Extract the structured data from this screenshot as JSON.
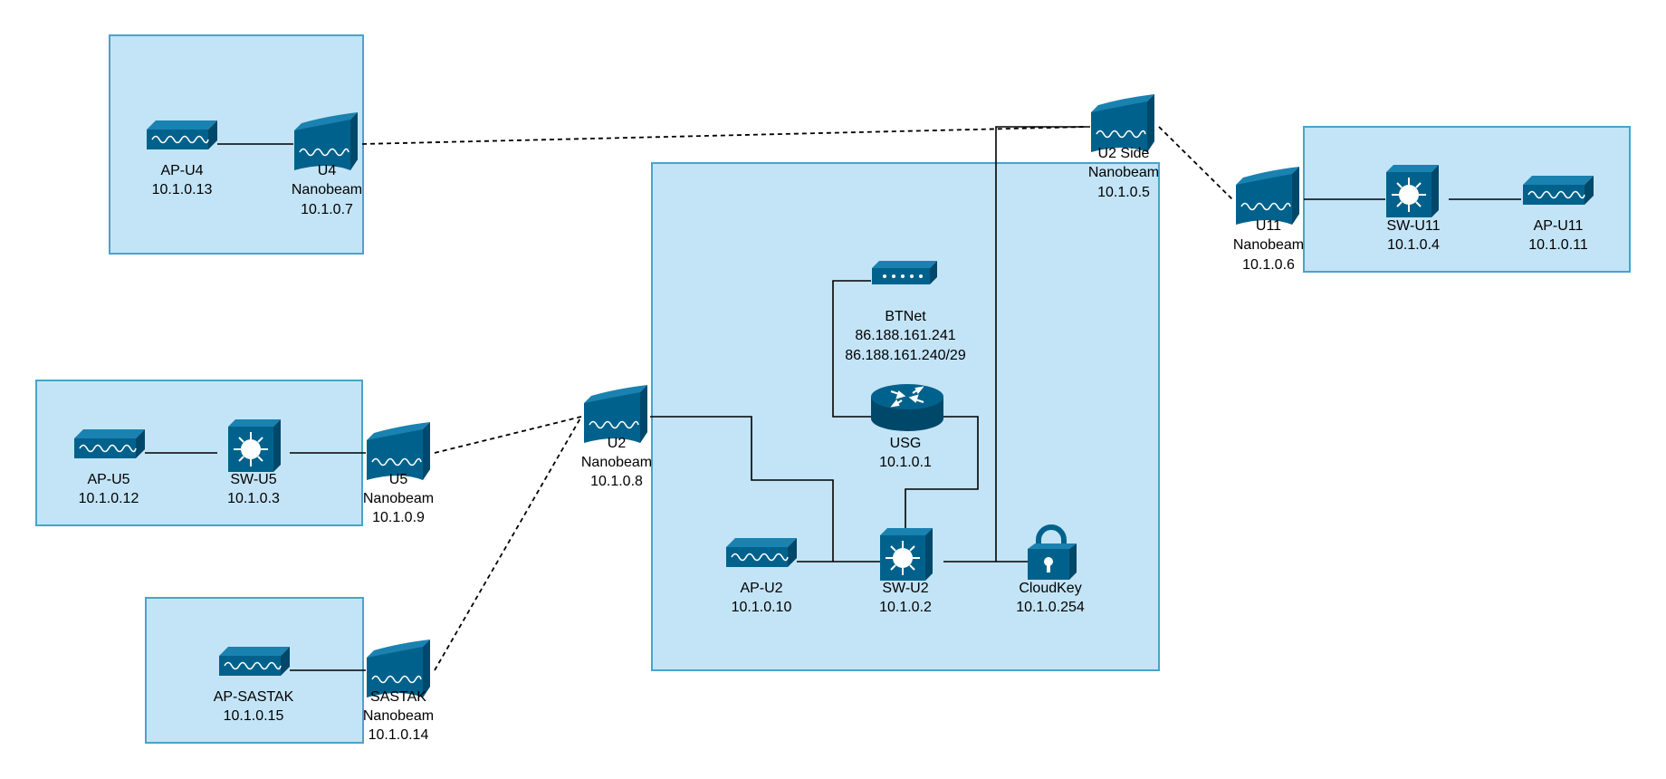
{
  "colors": {
    "device": "#00628c",
    "device_top": "#1a82b0",
    "device_side": "#00486a",
    "group_fill": "#c3e4f6",
    "group_stroke": "#4aa3c9"
  },
  "groups": [
    "u4-site",
    "u5-site",
    "sastak-site",
    "u2-site",
    "u11-site"
  ],
  "devices": {
    "ap_u4": {
      "icon": "access-point-icon",
      "name": "AP-U4",
      "ip": "10.1.0.13"
    },
    "nb_u4": {
      "icon": "nanobeam-icon",
      "name": "U4",
      "sub": "Nanobeam",
      "ip": "10.1.0.7"
    },
    "ap_u5": {
      "icon": "access-point-icon",
      "name": "AP-U5",
      "ip": "10.1.0.12"
    },
    "sw_u5": {
      "icon": "switch-icon",
      "name": "SW-U5",
      "ip": "10.1.0.3"
    },
    "nb_u5": {
      "icon": "nanobeam-icon",
      "name": "U5",
      "sub": "Nanobeam",
      "ip": "10.1.0.9"
    },
    "ap_sastak": {
      "icon": "access-point-icon",
      "name": "AP-SASTAK",
      "ip": "10.1.0.15"
    },
    "nb_sastak": {
      "icon": "nanobeam-icon",
      "name": "SASTAK",
      "sub": "Nanobeam",
      "ip": "10.1.0.14"
    },
    "nb_u2": {
      "icon": "nanobeam-icon",
      "name": "U2",
      "sub": "Nanobeam",
      "ip": "10.1.0.8"
    },
    "btnet": {
      "icon": "modem-icon",
      "name": "BTNet",
      "ip": "86.188.161.241",
      "subnet": "86.188.161.240/29"
    },
    "usg": {
      "icon": "router-icon",
      "name": "USG",
      "ip": "10.1.0.1"
    },
    "ap_u2": {
      "icon": "access-point-icon",
      "name": "AP-U2",
      "ip": "10.1.0.10"
    },
    "sw_u2": {
      "icon": "switch-icon",
      "name": "SW-U2",
      "ip": "10.1.0.2"
    },
    "cloudkey": {
      "icon": "lock-icon",
      "name": "CloudKey",
      "ip": "10.1.0.254"
    },
    "nb_u2side": {
      "icon": "nanobeam-icon",
      "name": "U2 Side",
      "sub": "Nanobeam",
      "ip": "10.1.0.5"
    },
    "nb_u11": {
      "icon": "nanobeam-icon",
      "name": "U11",
      "sub": "Nanobeam",
      "ip": "10.1.0.6"
    },
    "sw_u11": {
      "icon": "switch-icon",
      "name": "SW-U11",
      "ip": "10.1.0.4"
    },
    "ap_u11": {
      "icon": "access-point-icon",
      "name": "AP-U11",
      "ip": "10.1.0.11"
    }
  },
  "links": [
    {
      "from": "AP-U4",
      "to": "U4",
      "style": "wired"
    },
    {
      "from": "U4",
      "to": "U2 Side",
      "style": "wireless"
    },
    {
      "from": "U2 Side",
      "to": "U11",
      "style": "wireless"
    },
    {
      "from": "U11",
      "to": "SW-U11",
      "style": "wired"
    },
    {
      "from": "SW-U11",
      "to": "AP-U11",
      "style": "wired"
    },
    {
      "from": "AP-U5",
      "to": "SW-U5",
      "style": "wired"
    },
    {
      "from": "SW-U5",
      "to": "U5",
      "style": "wired"
    },
    {
      "from": "U5",
      "to": "U2",
      "style": "wireless"
    },
    {
      "from": "SASTAK",
      "to": "U2",
      "style": "wireless"
    },
    {
      "from": "AP-SASTAK",
      "to": "SASTAK",
      "style": "wired"
    },
    {
      "from": "U2",
      "to": "SW-U2",
      "style": "wired"
    },
    {
      "from": "AP-U2",
      "to": "SW-U2",
      "style": "wired"
    },
    {
      "from": "SW-U2",
      "to": "CloudKey",
      "style": "wired"
    },
    {
      "from": "SW-U2",
      "to": "USG",
      "style": "wired"
    },
    {
      "from": "USG",
      "to": "BTNet",
      "style": "wired"
    },
    {
      "from": "CloudKey",
      "to": "U2 Side",
      "style": "wired"
    }
  ]
}
